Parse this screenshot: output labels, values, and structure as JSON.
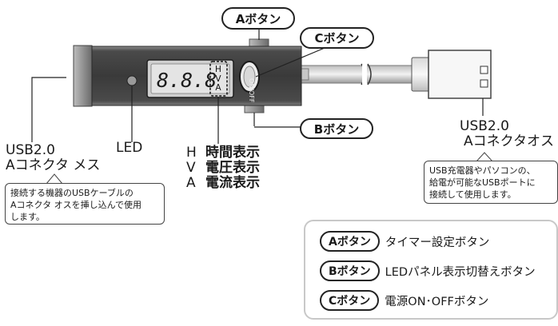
{
  "buttons": {
    "a": "Aボタン",
    "b": "Bボタン",
    "c": "Cボタン"
  },
  "device": {
    "display": "8.8.8",
    "indicator": [
      "H",
      "V",
      "A"
    ],
    "switch_label": "ON/OFF"
  },
  "labels": {
    "led": "LED",
    "usb_female_line1": "USB2.0",
    "usb_female_line2": "Aコネクタ メス",
    "usb_male_line1": "USB2.0",
    "usb_male_line2": "Aコネクタオス"
  },
  "hva_legend": [
    {
      "key": "H",
      "text": "時間表示"
    },
    {
      "key": "V",
      "text": "電圧表示"
    },
    {
      "key": "A",
      "text": "電流表示"
    }
  ],
  "notes": {
    "female": [
      "接続する機器のUSBケーブルの",
      "Aコネクタ オスを挿し込んで使用",
      "します。"
    ],
    "male": [
      "USB充電器やパソコンの、",
      "給電が可能なUSBポートに",
      "接続して使用します。"
    ]
  },
  "legend": [
    {
      "button": "Aボタン",
      "text": "タイマー設定ボタン"
    },
    {
      "button": "Bボタン",
      "text": "LEDパネル表示切替えボタン"
    },
    {
      "button": "Cボタン",
      "text": "電源ON･OFFボタン"
    }
  ],
  "colors": {
    "body_dark": "#3a3a3a",
    "body_light": "#8a8a8a",
    "display_bg": "#dcdcdc",
    "legend_border": "#c8c8c8"
  }
}
